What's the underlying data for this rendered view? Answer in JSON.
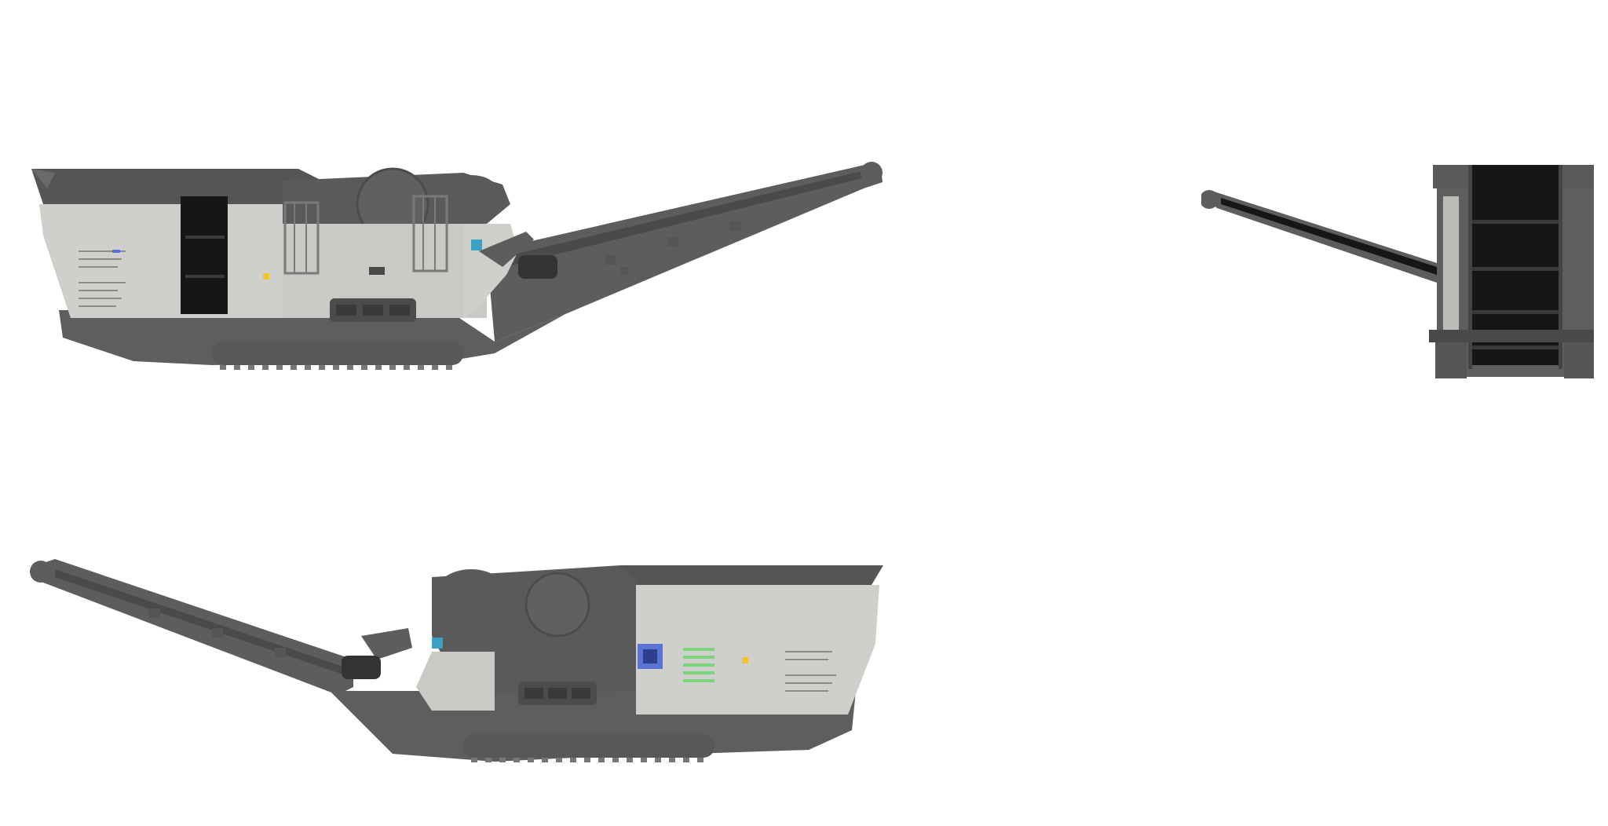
{
  "colors": {
    "body_dark": "#5a5a5a",
    "body_mid": "#6b6b6b",
    "panel_light": "#cfcfcc",
    "panel_edge": "#a9a9a6",
    "belt_black": "#161616",
    "accent_blue": "#5a74d6",
    "accent_teal": "#3aa3c4",
    "accent_green": "#7ad47a",
    "accent_yellow": "#f2c230",
    "background": "#ffffff"
  },
  "views": [
    {
      "id": "left-side",
      "icon": "crusher-side-left-icon"
    },
    {
      "id": "rear",
      "icon": "crusher-rear-icon"
    },
    {
      "id": "right-side",
      "icon": "crusher-side-right-icon"
    }
  ]
}
